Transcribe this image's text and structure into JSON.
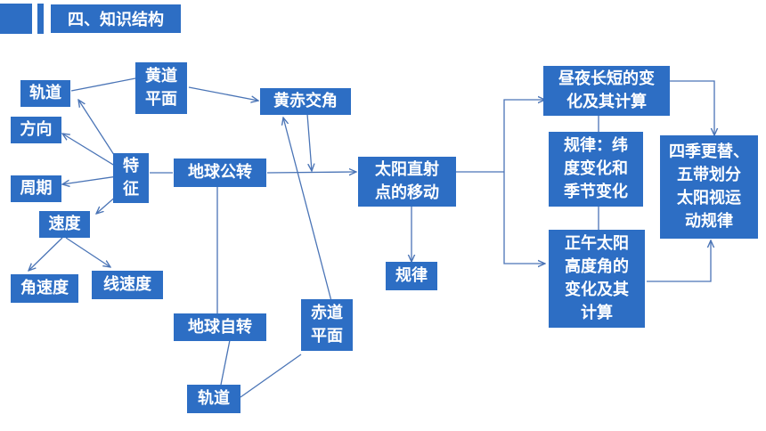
{
  "header": {
    "section_title": "四、知识结构"
  },
  "nodes": {
    "orbit_left": "轨道",
    "direction": "方向",
    "period": "周期",
    "velocity": "速度",
    "angular_velocity": "角速度",
    "linear_velocity": "线速度",
    "features": "特\n征",
    "ecliptic_plane": "黄道\n平面",
    "obliquity": "黄赤交角",
    "revolution": "地球公转",
    "rotation": "地球自转",
    "orbit_bottom": "轨道",
    "equator_plane": "赤道\n平面",
    "subsolar_movement": "太阳直射\n点的移动",
    "pattern": "规律",
    "day_night_length": "昼夜长短的变\n化及其计算",
    "pattern_detail": "规律：纬\n度变化和\n季节变化",
    "noon_altitude": "正午太阳\n高度角的\n变化及其\n计算",
    "seasons": "四季更替、\n五带划分\n太阳视运\n动规律"
  }
}
